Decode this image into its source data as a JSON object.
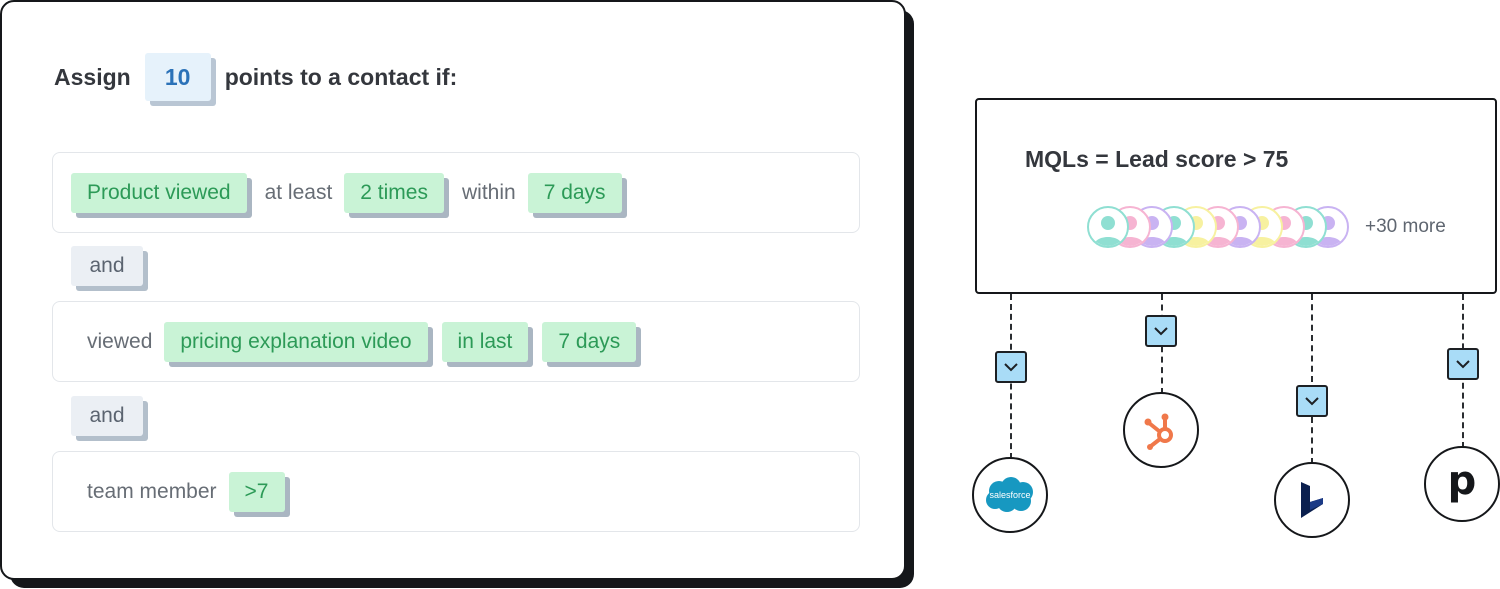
{
  "rule": {
    "prefix": "Assign",
    "points": "10",
    "suffix": "points to a contact if:"
  },
  "conditions": [
    {
      "parts": [
        {
          "kind": "chip",
          "text": "Product viewed"
        },
        {
          "kind": "text",
          "text": "at least"
        },
        {
          "kind": "chip",
          "text": "2 times"
        },
        {
          "kind": "text",
          "text": "within"
        },
        {
          "kind": "chip",
          "text": "7 days"
        }
      ]
    },
    {
      "parts": [
        {
          "kind": "text",
          "text": "viewed"
        },
        {
          "kind": "chip",
          "text": "pricing explanation video"
        },
        {
          "kind": "chip",
          "text": "in last"
        },
        {
          "kind": "chip",
          "text": "7 days"
        }
      ]
    },
    {
      "parts": [
        {
          "kind": "text",
          "text": "team member"
        },
        {
          "kind": "chip",
          "text": ">7"
        }
      ]
    }
  ],
  "connectors": [
    "and",
    "and"
  ],
  "mql": {
    "title": "MQLs = Lead score > 75",
    "more_label": "+30 more",
    "avatar_colors": [
      "#8fdfd2",
      "#f6b4d2",
      "#c9b3f2",
      "#8fdfd2",
      "#f7f1a0",
      "#f6b4d2",
      "#c9b3f2",
      "#f7f1a0",
      "#f6b4d2",
      "#8fdfd2",
      "#c9b3f2"
    ]
  },
  "integrations": [
    {
      "name": "salesforce",
      "logo_text": "salesforce",
      "color": "#1798c1"
    },
    {
      "name": "hubspot",
      "color": "#f0784a"
    },
    {
      "name": "microsoft-dynamics",
      "color": "#0b1f4e"
    },
    {
      "name": "pipedrive",
      "logo_text": "p",
      "color": "#15171a"
    }
  ],
  "colors": {
    "chip_bg": "#c9f3d6",
    "chip_text": "#2c9a57",
    "points_bg": "#e6f2fb",
    "points_text": "#2b72b8",
    "chevron_bg": "#a9dcf7"
  }
}
